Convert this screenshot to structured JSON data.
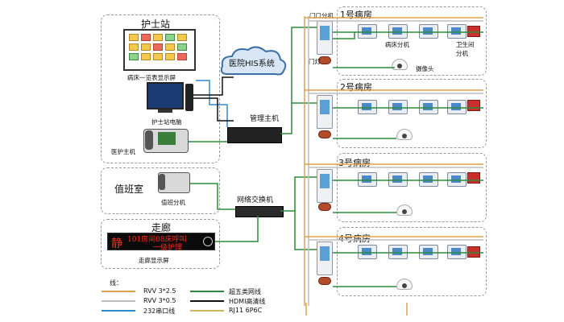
{
  "nurse_station": {
    "title": "护士站",
    "bed_screen": "病床一览表显示屏",
    "pc": "护士站电脑",
    "host": "医护主机"
  },
  "duty_room": {
    "title": "值班室",
    "extension": "值班分机"
  },
  "corridor": {
    "title": "走廊",
    "led_char": "静",
    "led_line1": "101房间08床呼叫",
    "led_line2": "一级护理",
    "display": "走廊显示屏"
  },
  "cloud": {
    "label": "医院HIS系统"
  },
  "management_host": "管理主机",
  "switch": "网络交换机",
  "room1": {
    "title": "1号病房",
    "door_unit": "门口分机",
    "door_light": "门灯",
    "bed_ext": "病床分机",
    "bath_ext": "卫生间分机",
    "camera": "摄像头"
  },
  "room2": {
    "title": "2号病房"
  },
  "room3": {
    "title": "3号病房"
  },
  "room4": {
    "title": "4号病房"
  },
  "legend": {
    "title": "线：",
    "items": [
      {
        "label": "RVV 3*2.5",
        "color": "#e0a04a"
      },
      {
        "label": "RVV 3*0.5",
        "color": "#bdbdbd"
      },
      {
        "label": "232串口线",
        "color": "#2e8ccf"
      },
      {
        "label": "超五类网线",
        "color": "#2a8a3a"
      },
      {
        "label": "HDMI高清线",
        "color": "#111111"
      },
      {
        "label": "RJ11 6P6C",
        "color": "#d4b45c"
      }
    ]
  }
}
